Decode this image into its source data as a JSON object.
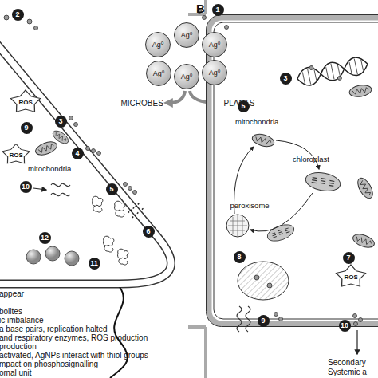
{
  "diagram": {
    "nodes": [
      {
        "text": [
          "Ag⁰"
        ]
      },
      {
        "text": [
          "Ag⁰"
        ]
      },
      {
        "text": [
          "Ag⁰"
        ]
      },
      {
        "text": [
          "Ag⁰"
        ]
      },
      {
        "text": [
          "Ag⁰"
        ]
      },
      {
        "text": [
          "Ag⁰"
        ]
      }
    ],
    "labels": [
      "2",
      "B",
      "1",
      "MICROBES",
      "PLANTS",
      "3",
      "ROS",
      "3",
      "mitochondria",
      "5",
      "9",
      "4",
      "ROS",
      "chloroplast",
      "mitochondria",
      "10",
      "5",
      "peroxisome",
      "6",
      "12",
      "11",
      "8",
      "7",
      "ROS",
      "appear",
      "9",
      "10",
      "bolites",
      "ic imbalance",
      "a base pairs, replication halted",
      "and respiratory enzymes, ROS production",
      "production",
      "activated, AgNPs interact with thiol groups",
      "mpact on phosphosignalling",
      "omal unit",
      "Secondary",
      "Systemic a"
    ]
  }
}
